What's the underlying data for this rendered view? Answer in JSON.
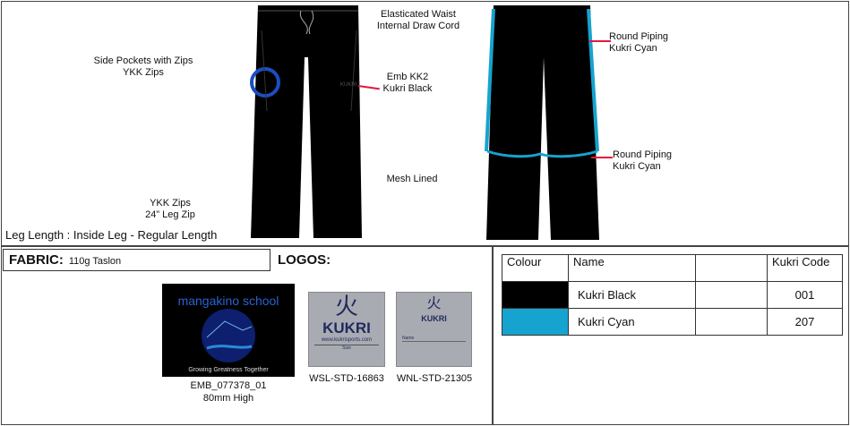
{
  "notes": {
    "waist": [
      "Elasticated Waist",
      "Internal Draw Cord"
    ],
    "pockets": [
      "Side Pockets with Zips",
      "YKK Zips"
    ],
    "emb": [
      "Emb KK2",
      "Kukri Black"
    ],
    "mesh": "Mesh Lined",
    "zips": [
      "YKK Zips",
      "24” Leg Zip"
    ],
    "leg_length": "Leg Length : Inside Leg - Regular Length",
    "piping_top": [
      "Round Piping",
      "Kukri Cyan"
    ],
    "piping_knee": [
      "Round Piping",
      "Kukri Cyan"
    ]
  },
  "fabric": {
    "label": "FABRIC:",
    "value": "110g Taslon"
  },
  "logos": {
    "title": "LOGOS:",
    "items": [
      {
        "code": "EMB_077378_01",
        "size": "80mm High",
        "text": "mangakino school",
        "motto": "Growing Greatness Together"
      },
      {
        "code": "WSL-STD-16863",
        "brand": "KUKRI",
        "url": "www.kukrisports.com",
        "sub": "Size"
      },
      {
        "code": "WNL-STD-21305",
        "brand": "KUKRI",
        "sub": "Name"
      }
    ]
  },
  "colour_table": {
    "headers": [
      "Colour",
      "Name",
      "",
      "Kukri Code"
    ],
    "rows": [
      {
        "swatch": "#000000",
        "name": "Kukri Black",
        "code": "001"
      },
      {
        "swatch": "#16a3cf",
        "name": "Kukri Cyan",
        "code": "207"
      }
    ]
  },
  "colors": {
    "leader": "#e3173e",
    "cyan": "#16a3cf",
    "navy": "#1f2a5c"
  }
}
